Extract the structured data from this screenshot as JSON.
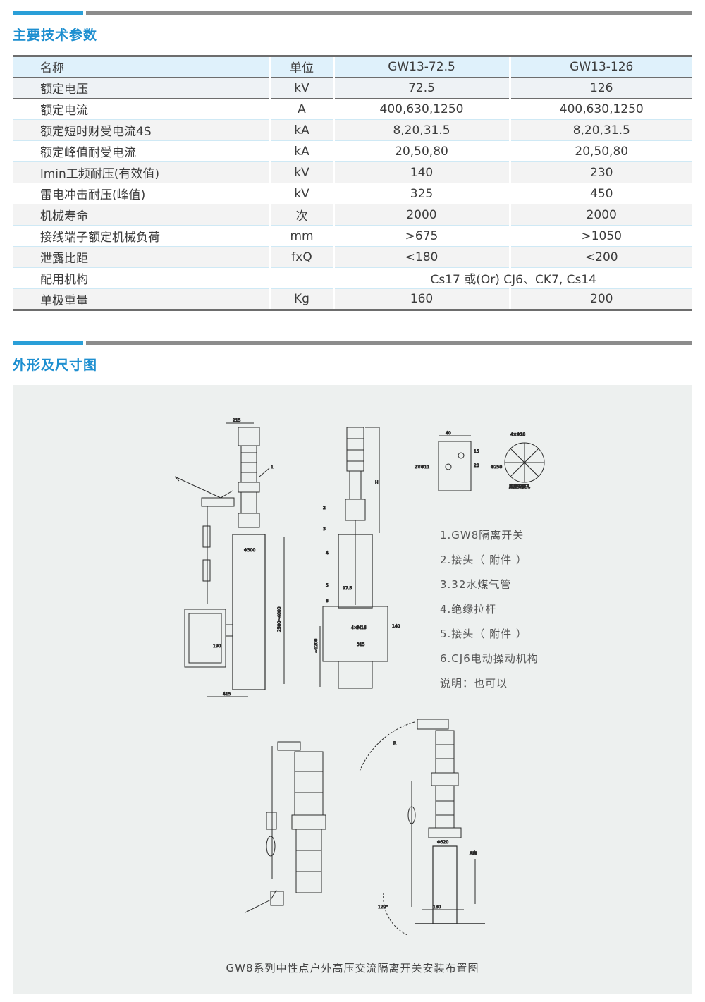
{
  "sections": {
    "params_title": "主要技术参数",
    "drawing_title": "外形及尺寸图"
  },
  "table": {
    "headers": [
      "名称",
      "单位",
      "GW13-72.5",
      "GW13-126"
    ],
    "rows": [
      [
        "额定电压",
        "kV",
        "72.5",
        "126"
      ],
      [
        "额定电流",
        "A",
        "400,630,1250",
        "400,630,1250"
      ],
      [
        "额定短时财受电流4S",
        "kA",
        "8,20,31.5",
        "8,20,31.5"
      ],
      [
        "额定峰值耐受电流",
        "kA",
        "20,50,80",
        "20,50,80"
      ],
      [
        "lmin工频耐压(有效值)",
        "kV",
        "140",
        "230"
      ],
      [
        "雷电冲击耐压(峰值)",
        "kV",
        "325",
        "450"
      ],
      [
        "机械寿命",
        "次",
        "2000",
        "2000"
      ],
      [
        "接线端子额定机械负荷",
        "mm",
        ">675",
        ">1050"
      ],
      [
        "泄露比距",
        "fxQ",
        "<180",
        "<200"
      ]
    ],
    "mechanism_row": [
      "配用机构",
      "",
      "Cs17 或(Or) CJ6、CK7, Cs14"
    ],
    "weight_row": [
      "单极重量",
      "Kg",
      "160",
      "200"
    ]
  },
  "legend": [
    "1.GW8隔离开关",
    "2.接头（ 附件 ）",
    "3.32水煤气管",
    "4.绝缘拉杆",
    "5.接头（ 附件 ）",
    "6.CJ6电动操动机构",
    "说明：也可以"
  ],
  "caption": "GW8系列中性点户外高压交流隔离开关安装布置图",
  "dims": {
    "d215": "215",
    "d1": "1",
    "d300": "Φ300",
    "d2500": "2500~4000",
    "d190": "190",
    "d415": "415",
    "dH": "H",
    "d2": "2",
    "d3": "3",
    "d4": "4",
    "d5": "5",
    "d6": "6",
    "d975": "97.5",
    "dM16": "4×M16",
    "d315": "315",
    "d140": "140",
    "d1200": "~1200",
    "d40": "40",
    "d15": "15",
    "d20": "20",
    "d11": "2×Φ11",
    "d4x18": "4×Φ18",
    "d250": "Φ250",
    "dbase": "底座安装孔",
    "dR": "R",
    "d320": "Φ320",
    "d180": "180",
    "d120": "120°",
    "dAR": "A向"
  },
  "colors": {
    "accent": "#2a9fd8",
    "title": "#1e8fd0",
    "rule_grey": "#8c8c8c",
    "header_bg": "#dff1fb",
    "drawing_bg": "#edf0ef"
  }
}
